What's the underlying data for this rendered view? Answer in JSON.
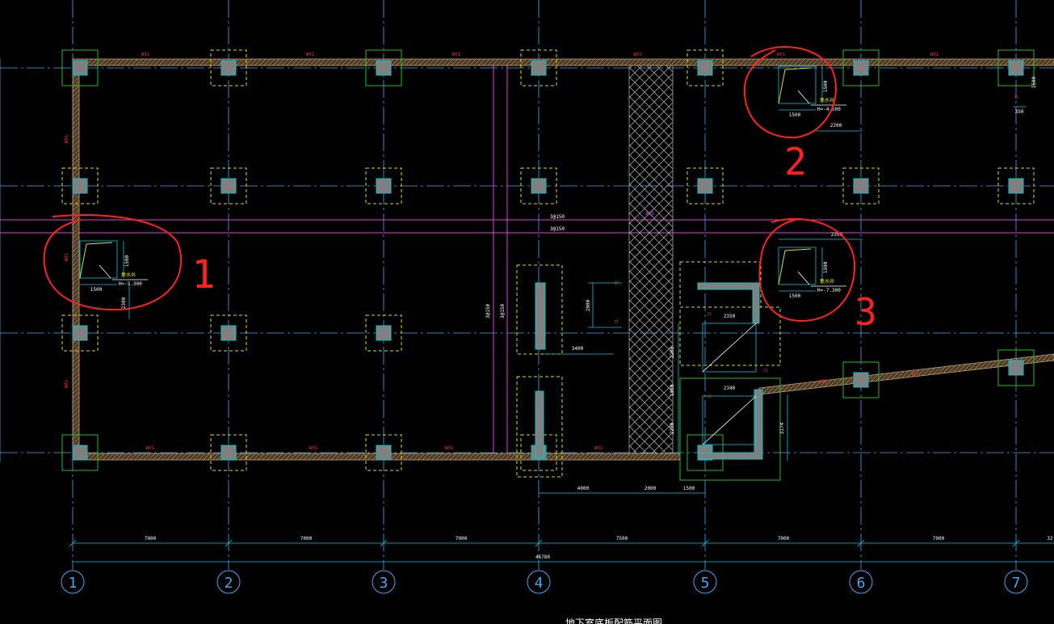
{
  "drawing": {
    "background": "#000000",
    "colors": {
      "grid": "#3fa9f5",
      "wall": "#c8a070",
      "column": "#808080",
      "column_outline": "#00c8c8",
      "footing_yellow": "#e0e000",
      "footing_green": "#20c020",
      "magenta": "#e040e0",
      "dim": "#00c8e0",
      "red_text": "#e03030",
      "white": "#ffffff",
      "markup": "#ff2020",
      "hatch": "#a0a0a0"
    },
    "axis_labels": [
      "1",
      "2",
      "3",
      "4",
      "5",
      "6",
      "7"
    ],
    "bay_dimensions": [
      "7000",
      "7000",
      "7000",
      "7500",
      "7000",
      "7000",
      "32"
    ],
    "overall_dimension": "46780",
    "bottom_dimensions": [
      "4000",
      "2000",
      "1500"
    ],
    "wall_tags": [
      "W01",
      "W01",
      "W01",
      "W01",
      "W01",
      "W01",
      "W01",
      "W01",
      "W01",
      "W01",
      "W01",
      "W01",
      "W01",
      "W01",
      "W01"
    ],
    "bar_labels": [
      "3@150",
      "3@150"
    ],
    "vertical_bar_labels": [
      "3@150",
      "3@150"
    ],
    "hatch_tag": "W01",
    "markups": [
      "1",
      "2",
      "3"
    ],
    "detail_1": {
      "dim_h": "1500",
      "dim_v": "1500",
      "dim_side": "2300",
      "elev": "H=-5.300",
      "tag": "集水井"
    },
    "detail_2": {
      "dim_h": "1500",
      "dim_v": "1500",
      "dim_side": "2200",
      "elev": "H=-4.500",
      "tag": "集水井"
    },
    "detail_3": {
      "dim_h": "1500",
      "dim_v": "1500",
      "dim_side": "2200",
      "elev": "H=-7.300",
      "tag": "集水井"
    },
    "ramp_dims": {
      "upper_w": "2350",
      "lower_w": "2340",
      "left_h1": "2200",
      "left_h2": "1000",
      "left_h3": "2200",
      "right_h": "3174"
    },
    "stair_dims": {
      "mid_h": "2000",
      "mid_w": "3400"
    },
    "title_fragment": "地下室底板配筋平面图",
    "upper_right_dims": {
      "v": "1500",
      "h": "350"
    }
  }
}
